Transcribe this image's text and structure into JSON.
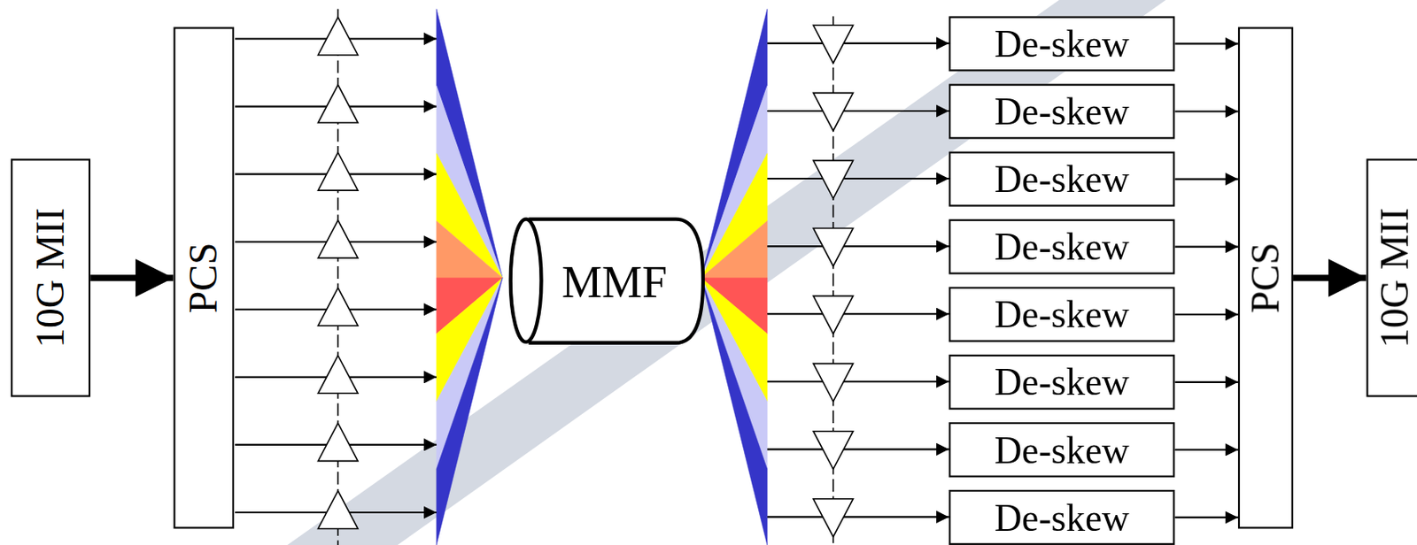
{
  "diagram": {
    "nodes": [
      {
        "text": [
          "10G MII"
        ]
      },
      {
        "text": [
          "PCS"
        ]
      },
      {
        "text": [
          "MMF"
        ]
      },
      {
        "text": [
          "De-skew"
        ]
      },
      {
        "text": [
          "De-skew"
        ]
      },
      {
        "text": [
          "De-skew"
        ]
      },
      {
        "text": [
          "De-skew"
        ]
      },
      {
        "text": [
          "De-skew"
        ]
      },
      {
        "text": [
          "De-skew"
        ]
      },
      {
        "text": [
          "De-skew"
        ]
      },
      {
        "text": [
          "De-skew"
        ]
      },
      {
        "text": [
          "PCS"
        ]
      },
      {
        "text": [
          "10G MII"
        ]
      }
    ],
    "edges": [
      {
        "from": 0,
        "to": 1,
        "arrow": "to"
      },
      {
        "from": 3,
        "to": 11,
        "arrow": "to"
      },
      {
        "from": 4,
        "to": 11,
        "arrow": "to"
      },
      {
        "from": 5,
        "to": 11,
        "arrow": "to"
      },
      {
        "from": 6,
        "to": 11,
        "arrow": "to"
      },
      {
        "from": 7,
        "to": 11,
        "arrow": "to"
      },
      {
        "from": 8,
        "to": 11,
        "arrow": "to"
      },
      {
        "from": 9,
        "to": 11,
        "arrow": "to"
      },
      {
        "from": 10,
        "to": 11,
        "arrow": "to"
      },
      {
        "from": 11,
        "to": 12,
        "arrow": "to"
      }
    ]
  }
}
